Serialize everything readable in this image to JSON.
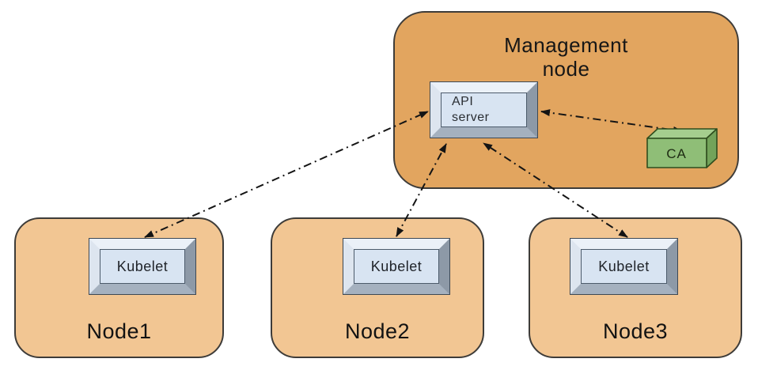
{
  "diagram": {
    "management_node": {
      "title": "Management\nnode",
      "api_server_label": "API\nserver",
      "ca_label": "CA"
    },
    "nodes": [
      {
        "label": "Node1",
        "component": "Kubelet"
      },
      {
        "label": "Node2",
        "component": "Kubelet"
      },
      {
        "label": "Node3",
        "component": "Kubelet"
      }
    ],
    "connections": [
      {
        "from": "api-server",
        "to": "kubelet-node1",
        "style": "dash-dot",
        "bidirectional": true
      },
      {
        "from": "api-server",
        "to": "kubelet-node2",
        "style": "dash-dot",
        "bidirectional": true
      },
      {
        "from": "api-server",
        "to": "kubelet-node3",
        "style": "dash-dot",
        "bidirectional": true
      },
      {
        "from": "api-server",
        "to": "ca",
        "style": "dash-dot",
        "bidirectional": true
      }
    ],
    "colors": {
      "management_fill": "#e2a55f",
      "node_fill": "#f2c693",
      "component_face": "#d8e4f2",
      "ca_front": "#8fbe77",
      "ca_top": "#a5ce8e",
      "ca_side": "#73a35a",
      "line": "#141414",
      "border": "#3e3c39"
    }
  }
}
